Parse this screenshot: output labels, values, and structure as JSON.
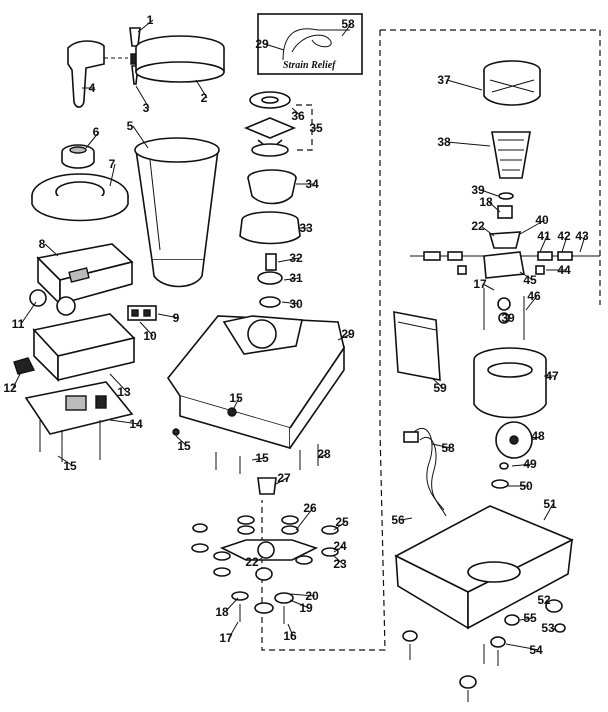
{
  "inset": {
    "caption": "Strain Relief"
  },
  "callouts": [
    {
      "n": "1"
    },
    {
      "n": "2"
    },
    {
      "n": "3"
    },
    {
      "n": "4"
    },
    {
      "n": "5"
    },
    {
      "n": "6"
    },
    {
      "n": "7"
    },
    {
      "n": "8"
    },
    {
      "n": "9"
    },
    {
      "n": "10"
    },
    {
      "n": "11"
    },
    {
      "n": "12"
    },
    {
      "n": "13"
    },
    {
      "n": "14"
    },
    {
      "n": "15"
    },
    {
      "n": "15"
    },
    {
      "n": "15"
    },
    {
      "n": "15"
    },
    {
      "n": "16"
    },
    {
      "n": "17"
    },
    {
      "n": "17"
    },
    {
      "n": "18"
    },
    {
      "n": "18"
    },
    {
      "n": "19"
    },
    {
      "n": "20"
    },
    {
      "n": "22"
    },
    {
      "n": "22"
    },
    {
      "n": "23"
    },
    {
      "n": "24"
    },
    {
      "n": "25"
    },
    {
      "n": "26"
    },
    {
      "n": "27"
    },
    {
      "n": "28"
    },
    {
      "n": "29"
    },
    {
      "n": "29"
    },
    {
      "n": "30"
    },
    {
      "n": "31"
    },
    {
      "n": "32"
    },
    {
      "n": "33"
    },
    {
      "n": "34"
    },
    {
      "n": "35"
    },
    {
      "n": "36"
    },
    {
      "n": "37"
    },
    {
      "n": "38"
    },
    {
      "n": "39"
    },
    {
      "n": "39"
    },
    {
      "n": "40"
    },
    {
      "n": "41"
    },
    {
      "n": "42"
    },
    {
      "n": "43"
    },
    {
      "n": "44"
    },
    {
      "n": "45"
    },
    {
      "n": "46"
    },
    {
      "n": "47"
    },
    {
      "n": "48"
    },
    {
      "n": "49"
    },
    {
      "n": "50"
    },
    {
      "n": "51"
    },
    {
      "n": "52"
    },
    {
      "n": "53"
    },
    {
      "n": "54"
    },
    {
      "n": "55"
    },
    {
      "n": "56"
    },
    {
      "n": "58"
    },
    {
      "n": "58"
    },
    {
      "n": "59"
    }
  ]
}
